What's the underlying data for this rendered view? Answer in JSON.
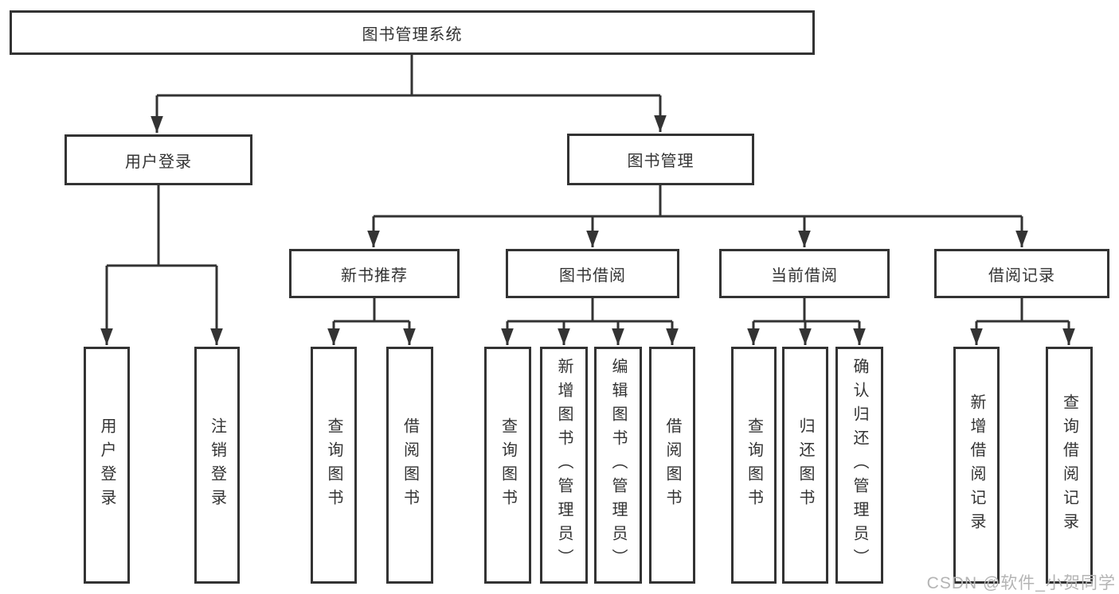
{
  "page": {
    "background": "#ffffff"
  },
  "colors": {
    "line": "#333333",
    "box_border": "#333333",
    "box_fill": "#ffffff",
    "text": "#333333",
    "watermark": "#b4b4b4",
    "background": "#ffffff"
  },
  "watermark": {
    "text": "CSDN @软件_小贺同学"
  },
  "nodes": {
    "root": {
      "label": "图书管理系统",
      "children": [
        "user_login",
        "book_management"
      ]
    },
    "user_login": {
      "label": "用户登录",
      "children": [
        "user_login_leaf",
        "logout_leaf"
      ]
    },
    "user_login_leaf": {
      "label": "用户登录"
    },
    "logout_leaf": {
      "label": "注销登录"
    },
    "book_management": {
      "label": "图书管理",
      "children": [
        "new_book_rec",
        "book_borrow",
        "current_borrow",
        "borrow_records"
      ]
    },
    "new_book_rec": {
      "label": "新书推荐",
      "children": [
        "nbr_query_books",
        "nbr_borrow_books"
      ]
    },
    "nbr_query_books": {
      "label": "查询图书"
    },
    "nbr_borrow_books": {
      "label": "借阅图书"
    },
    "book_borrow": {
      "label": "图书借阅",
      "children": [
        "bb_query_books",
        "bb_add_books",
        "bb_edit_books",
        "bb_borrow_books"
      ]
    },
    "bb_query_books": {
      "label": "查询图书"
    },
    "bb_add_books": {
      "label": "新增图书（管理员）"
    },
    "bb_edit_books": {
      "label": "编辑图书（管理员）"
    },
    "bb_borrow_books": {
      "label": "借阅图书"
    },
    "current_borrow": {
      "label": "当前借阅",
      "children": [
        "cb_query_books",
        "cb_return_books",
        "cb_confirm_return"
      ]
    },
    "cb_query_books": {
      "label": "查询图书"
    },
    "cb_return_books": {
      "label": "归还图书"
    },
    "cb_confirm_return": {
      "label": "确认归还（管理员）"
    },
    "borrow_records": {
      "label": "借阅记录",
      "children": [
        "br_add_record",
        "br_query_record"
      ]
    },
    "br_add_record": {
      "label": "新增借阅记录"
    },
    "br_query_record": {
      "label": "查询借阅记录"
    }
  }
}
